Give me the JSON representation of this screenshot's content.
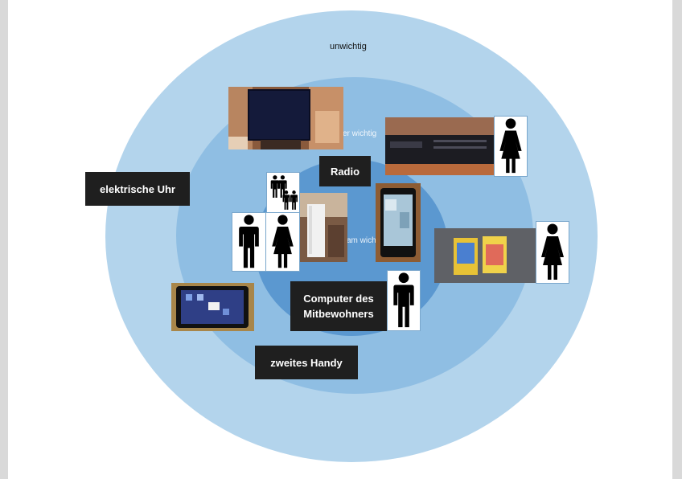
{
  "rings": {
    "outer_label": "unwichtig",
    "middle_label": "er wichtig",
    "inner_label": "am wich",
    "colors": {
      "outer": "#b3d4ec",
      "middle": "#8fbee3",
      "inner": "#5b98d0"
    }
  },
  "labels": {
    "clock": "elektrische Uhr",
    "radio": "Radio",
    "roommate_computer": "Computer des\nMitbewohners",
    "second_phone": "zweites Handy"
  },
  "photos": [
    {
      "name": "tv-photo",
      "icon": "television"
    },
    {
      "name": "receiver-photo",
      "icon": "stereo-receiver"
    },
    {
      "name": "console-photo",
      "icon": "game-console"
    },
    {
      "name": "smartphone-photo",
      "icon": "smartphone"
    },
    {
      "name": "books-photo",
      "icon": "books"
    },
    {
      "name": "tablet-photo",
      "icon": "tablet"
    }
  ],
  "people": [
    {
      "name": "female-icon",
      "type": "female"
    },
    {
      "name": "family-icon",
      "type": "family"
    },
    {
      "name": "male-icon",
      "type": "male"
    },
    {
      "name": "female-icon",
      "type": "female"
    },
    {
      "name": "female-icon",
      "type": "female"
    },
    {
      "name": "male-icon",
      "type": "male"
    }
  ]
}
